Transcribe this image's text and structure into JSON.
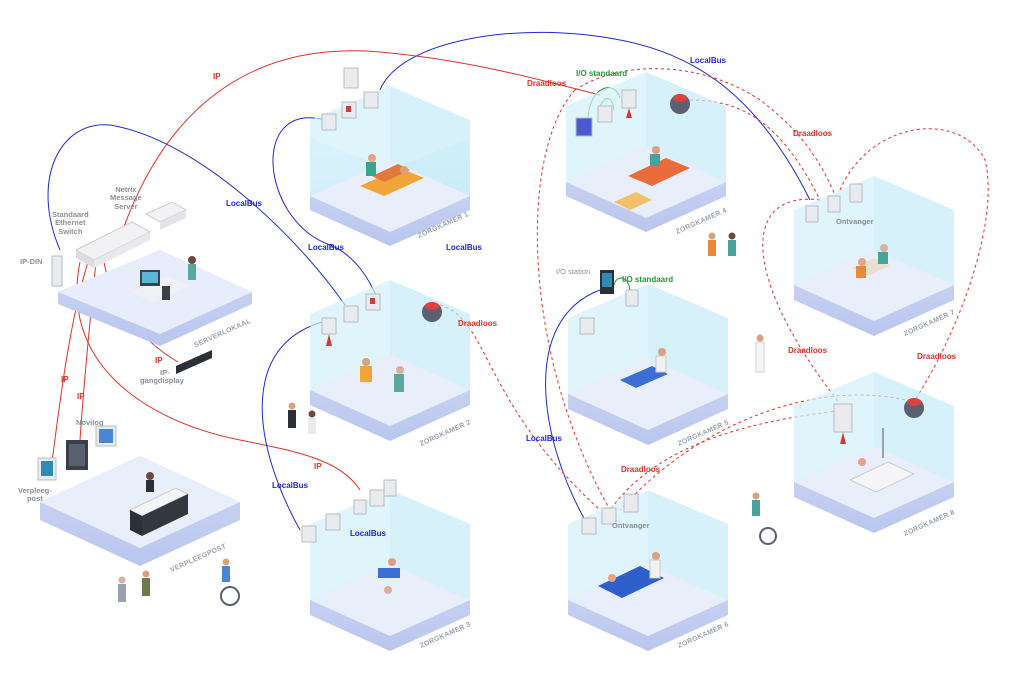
{
  "diagram": {
    "rooms": [
      {
        "id": "serverlokaal",
        "label": "SERVERLOKAAL"
      },
      {
        "id": "zorgkamer1",
        "label": "ZORGKAMER 1"
      },
      {
        "id": "zorgkamer2",
        "label": "ZORGKAMER 2"
      },
      {
        "id": "zorgkamer3",
        "label": "ZORGKAMER 3"
      },
      {
        "id": "zorgkamer4",
        "label": "ZORGKAMER 4"
      },
      {
        "id": "zorgkamer5",
        "label": "ZORGKAMER 5"
      },
      {
        "id": "zorgkamer6",
        "label": "ZORGKAMER 6"
      },
      {
        "id": "zorgkamer7",
        "label": "ZORGKAMER 7"
      },
      {
        "id": "zorgkamer8",
        "label": "ZORGKAMER 8"
      },
      {
        "id": "verpleegpost",
        "label": "VERPLEEGPOST"
      }
    ],
    "devices": {
      "ipdin": "IP-DIN",
      "switch_line1": "Standaard",
      "switch_line2": "Ethernet",
      "switch_line3": "Switch",
      "server_line1": "Netrix",
      "server_line2": "Message",
      "server_line3": "Server",
      "gangdisplay_line1": "IP-",
      "gangdisplay_line2": "gangdisplay",
      "novilog": "Novilog",
      "verpleegpost_line1": "Verpleeg-",
      "verpleegpost_line2": "post",
      "io_station": "I/O station",
      "ontvanger_7": "Ontvanger",
      "ontvanger_6": "Ontvanger"
    },
    "connections": {
      "ip": "IP",
      "localbus": "LocalBus",
      "draadloos": "Draadloos",
      "io_standaard": "I/O standaard"
    },
    "colors": {
      "ip": "#e0302a",
      "localbus": "#1f2ad0",
      "draadloos": "#e0302a",
      "io_standaard": "#1f9a3a",
      "room_floor": "#dfe6f7",
      "room_glass": "#cfeef8"
    }
  }
}
